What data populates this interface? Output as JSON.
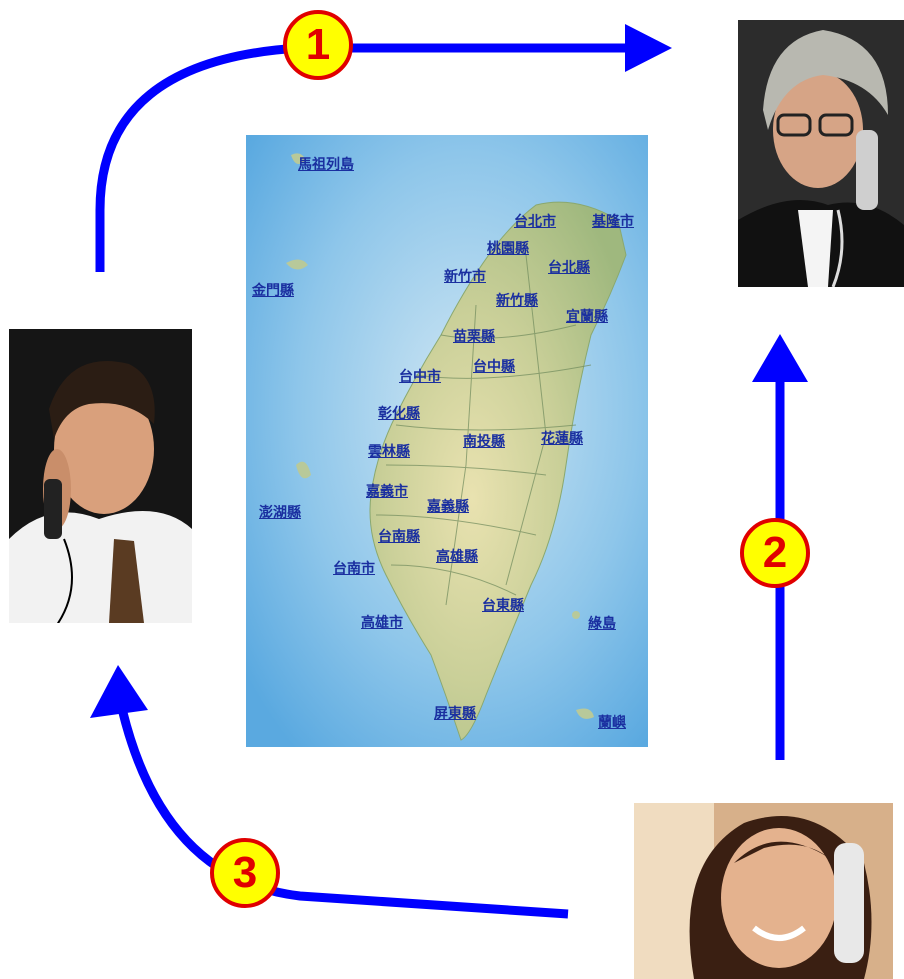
{
  "steps": [
    "1",
    "2",
    "3"
  ],
  "map": {
    "labels": [
      {
        "id": "matsu",
        "text": "馬祖列島"
      },
      {
        "id": "kinmen",
        "text": "金門縣"
      },
      {
        "id": "taipei-city",
        "text": "台北市"
      },
      {
        "id": "keelung",
        "text": "基隆市"
      },
      {
        "id": "taoyuan",
        "text": "桃園縣"
      },
      {
        "id": "taipei-county",
        "text": "台北縣"
      },
      {
        "id": "hsinchu-city",
        "text": "新竹市"
      },
      {
        "id": "hsinchu-county",
        "text": "新竹縣"
      },
      {
        "id": "yilan",
        "text": "宜蘭縣"
      },
      {
        "id": "miaoli",
        "text": "苗栗縣"
      },
      {
        "id": "taichung-county",
        "text": "台中縣"
      },
      {
        "id": "taichung-city",
        "text": "台中市"
      },
      {
        "id": "changhua",
        "text": "彰化縣"
      },
      {
        "id": "nantou",
        "text": "南投縣"
      },
      {
        "id": "hualien",
        "text": "花蓮縣"
      },
      {
        "id": "yunlin",
        "text": "雲林縣"
      },
      {
        "id": "penghu",
        "text": "澎湖縣"
      },
      {
        "id": "chiayi-city",
        "text": "嘉義市"
      },
      {
        "id": "chiayi-county",
        "text": "嘉義縣"
      },
      {
        "id": "tainan-county",
        "text": "台南縣"
      },
      {
        "id": "kaohsiung-county",
        "text": "高雄縣"
      },
      {
        "id": "tainan-city",
        "text": "台南市"
      },
      {
        "id": "taitung",
        "text": "台東縣"
      },
      {
        "id": "kaohsiung-city",
        "text": "高雄市"
      },
      {
        "id": "green-island",
        "text": "綠島"
      },
      {
        "id": "pingtung",
        "text": "屏東縣"
      },
      {
        "id": "orchid-island",
        "text": "蘭嶼"
      }
    ]
  },
  "colors": {
    "arrow": "#0000ff",
    "badge_fill": "#ffff00",
    "badge_text": "#e00000",
    "label": "#1a2fa0"
  }
}
